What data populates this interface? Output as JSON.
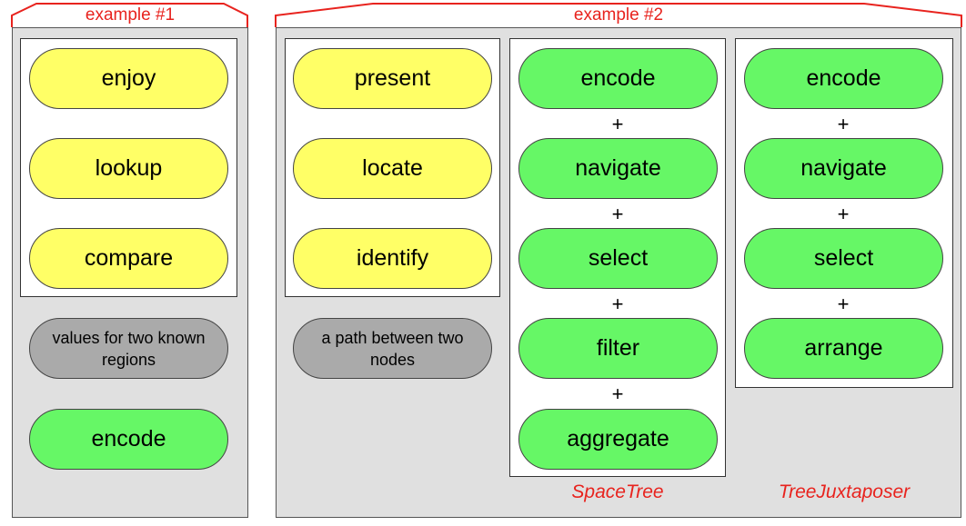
{
  "example1": {
    "title": "example #1",
    "actions": [
      "enjoy",
      "lookup",
      "compare"
    ],
    "target": "values for two known regions",
    "means": "encode"
  },
  "example2": {
    "title": "example #2",
    "actions": [
      "present",
      "locate",
      "identify"
    ],
    "target": "a path between two nodes",
    "spacetree": {
      "label": "SpaceTree",
      "items": [
        "encode",
        "navigate",
        "select",
        "filter",
        "aggregate"
      ]
    },
    "treejuxtaposer": {
      "label": "TreeJuxtaposer",
      "items": [
        "encode",
        "navigate",
        "select",
        "arrange"
      ]
    },
    "plus": "+"
  },
  "colors": {
    "action": "#ffff66",
    "means": "#66f766",
    "target": "#aaaaaa",
    "annotation": "#e8231e"
  }
}
